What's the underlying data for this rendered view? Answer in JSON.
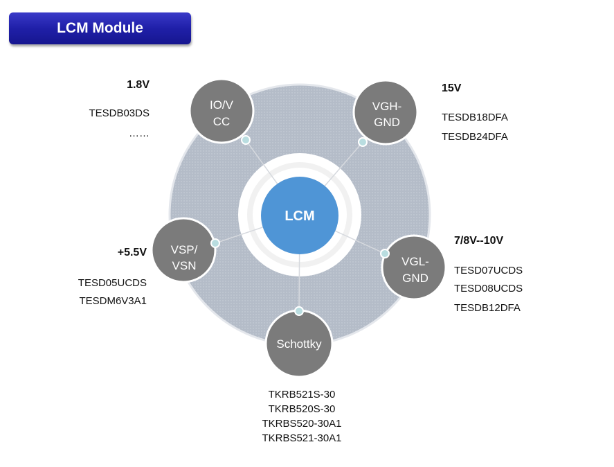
{
  "header": {
    "title": "LCM Module"
  },
  "center": {
    "label": "LCM"
  },
  "nodes": {
    "iovcc": {
      "line1": "IO/V",
      "line2": "CC",
      "voltage": "1.8V",
      "parts": [
        "TESDB03DS",
        "……"
      ]
    },
    "vgh": {
      "line1": "VGH-",
      "line2": "GND",
      "voltage": "15V",
      "parts": [
        "TESDB18DFA",
        "TESDB24DFA"
      ]
    },
    "vsp": {
      "line1": "VSP/",
      "line2": "VSN",
      "voltage": "+5.5V",
      "parts": [
        "TESD05UCDS",
        "TESDM6V3A1"
      ]
    },
    "vgl": {
      "line1": "VGL-",
      "line2": "GND",
      "voltage": "7/8V--10V",
      "parts": [
        "TESD07UCDS",
        "TESD08UCDS",
        "TESDB12DFA"
      ]
    },
    "schottky": {
      "line1": "Schottky",
      "parts": [
        "TKRB521S-30",
        "TKRB520S-30",
        "TKRBS520-30A1",
        "TKRBS521-30A1"
      ]
    }
  },
  "colors": {
    "ring": "#b7bfca",
    "node": "#7b7b7b",
    "center": "#4f95d6",
    "dot": "#b9dde0",
    "title": "#1f1fa8"
  }
}
